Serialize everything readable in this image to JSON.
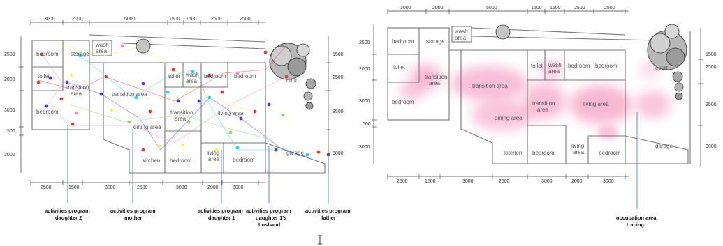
{
  "left_plan": {
    "dims_top": [
      "3000",
      "2000",
      "5000",
      "1500",
      "1500",
      "2500",
      "2500"
    ],
    "dims_bottom": [
      "2500",
      "1500",
      "3000",
      "2500",
      "3000",
      "2000",
      "3000"
    ],
    "dims_left": [
      "2500",
      "2000",
      "3000",
      "500",
      "3000"
    ],
    "dims_right": [
      "1500",
      "2500",
      "3500",
      "3000"
    ],
    "rooms": {
      "bedroom_tl": "bedroom",
      "storage": "storage",
      "wash_area_top": "wash\narea",
      "toilet_left": "toilet",
      "transition_left": "transition\narea",
      "bedroom_bl": "bedroom",
      "transition_area": "transition area",
      "toilet_mid": "toilet",
      "wash_area_mid": "wash\narea",
      "bedroom_m1": "bedroom",
      "bedroom_m2": "bedroom",
      "transition_mid": "transition\narea",
      "living_area": "living area",
      "dining_area": "dining area",
      "kitchen": "kitchen",
      "bedroom_b1": "bedroom",
      "living_b": "living\narea",
      "bedroom_b2": "bedroom",
      "court": "court",
      "garage": "garage"
    },
    "captions": [
      {
        "key": "d2",
        "lines": [
          "activities program",
          "daughter 2"
        ]
      },
      {
        "key": "mother",
        "lines": [
          "activities program",
          "mother"
        ]
      },
      {
        "key": "d1",
        "lines": [
          "activities program",
          "daughter 1"
        ]
      },
      {
        "key": "husband",
        "lines": [
          "activities program",
          "daughter 1's",
          "husband"
        ]
      },
      {
        "key": "father",
        "lines": [
          "activities program",
          "father"
        ]
      }
    ]
  },
  "right_plan": {
    "dims_top": [
      "3000",
      "2000",
      "5000",
      "1500",
      "1500",
      "2500",
      "2500"
    ],
    "dims_bottom": [
      "2500",
      "1500",
      "3000",
      "2500",
      "3000",
      "2000",
      "3000"
    ],
    "dims_left": [
      "2500",
      "2000",
      "3000",
      "500",
      "3000"
    ],
    "dims_right": [
      "1500",
      "2500",
      "3500",
      "3000"
    ],
    "caption": [
      "occupation area",
      "tracing"
    ]
  },
  "colors": {
    "wall": "#777777",
    "dim_line": "#444444",
    "heat": "#f27fb0",
    "dot_red": "#e53935",
    "dot_blue": "#3d3df0",
    "dot_cyan": "#26d4e6",
    "dot_yellow": "#f5ef5a",
    "dot_green": "#8bd66b",
    "dot_pink": "#f58cc0"
  }
}
